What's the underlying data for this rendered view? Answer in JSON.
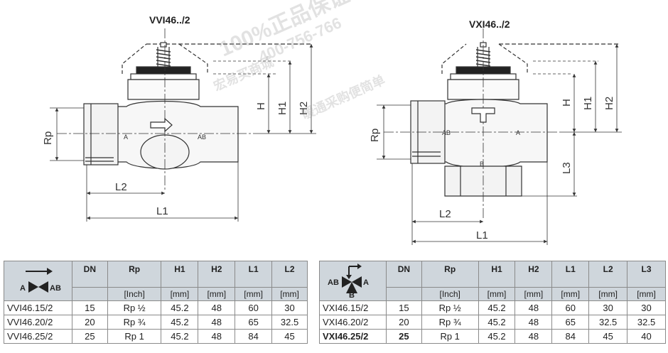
{
  "labels": {
    "left_title": "VVI46../2",
    "right_title": "VXI46../2",
    "rp": "Rp",
    "a": "A",
    "ab": "AB",
    "b": "B",
    "h": "H",
    "h1": "H1",
    "h2": "H2",
    "l1": "L1",
    "l2": "L2",
    "l3": "L3"
  },
  "watermark": {
    "line1": "100%正品保证",
    "line2": "400-756-766",
    "line3": "宏易买商城",
    "line4": "暖通采购便简单"
  },
  "table_left": {
    "symbol_a": "A",
    "symbol_ab": "AB",
    "headers": [
      "DN",
      "Rp",
      "H1",
      "H2",
      "L1",
      "L2"
    ],
    "units": [
      "",
      "[Inch]",
      "[mm]",
      "[mm]",
      "[mm]",
      "[mm]"
    ],
    "rows": [
      [
        "VVI46.15/2",
        "15",
        "Rp ½",
        "45.2",
        "48",
        "60",
        "30"
      ],
      [
        "VVI46.20/2",
        "20",
        "Rp ¾",
        "45.2",
        "48",
        "65",
        "32.5"
      ],
      [
        "VVI46.25/2",
        "25",
        "Rp 1",
        "45.2",
        "48",
        "84",
        "45"
      ]
    ]
  },
  "table_right": {
    "symbol_a": "A",
    "symbol_ab": "AB",
    "symbol_b": "B",
    "headers": [
      "DN",
      "Rp",
      "H1",
      "H2",
      "L1",
      "L2",
      "L3"
    ],
    "units": [
      "",
      "[Inch]",
      "[mm]",
      "[mm]",
      "[mm]",
      "[mm]",
      "[mm]"
    ],
    "rows": [
      [
        "VXI46.15/2",
        "15",
        "Rp ½",
        "45.2",
        "48",
        "60",
        "30",
        "30"
      ],
      [
        "VXI46.20/2",
        "20",
        "Rp ¾",
        "45.2",
        "48",
        "65",
        "32.5",
        "32.5"
      ],
      [
        "VXI46.25/2",
        "25",
        "Rp 1",
        "45.2",
        "48",
        "84",
        "45",
        "40"
      ]
    ]
  }
}
